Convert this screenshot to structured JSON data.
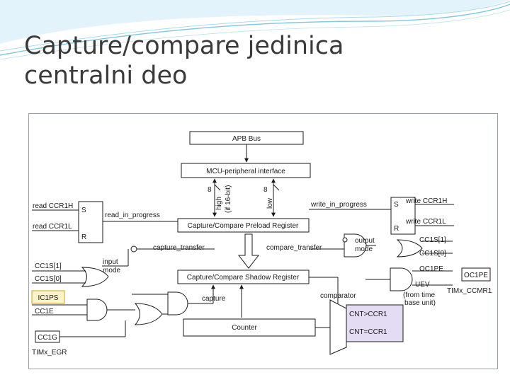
{
  "slide": {
    "title_line1": "Capture/compare jedinica",
    "title_line2": "centralni deo"
  },
  "diagram": {
    "blocks": {
      "apb_bus": "APB Bus",
      "mcu_interface": "MCU-peripheral interface",
      "preload_register": "Capture/Compare Preload Register",
      "shadow_register": "Capture/Compare Shadow Register",
      "counter": "Counter",
      "cnt_gt": "CNT>CCR1",
      "cnt_eq": "CNT=CCR1",
      "oc1pe_box": "OC1PE",
      "cc1g_box": "CC1G",
      "ic1ps_box": "IC1PS",
      "sr_left_s": "S",
      "sr_left_r": "R",
      "sr_right_s": "S",
      "sr_right_r": "R"
    },
    "labels": {
      "bits_8_left": "8",
      "high": "high",
      "if_16bit": "(if 16-bit)",
      "bits_8_right": "8",
      "low": "low",
      "read_ccr1h": "read CCR1H",
      "read_ccr1l": "read CCR1L",
      "read_in_progress": "read_in_progress",
      "write_in_progress": "write_in_progress",
      "write_ccr1h": "write CCR1H",
      "write_ccr1l": "write CCR1L",
      "capture_transfer": "capture_transfer",
      "compare_transfer": "compare_transfer",
      "output_mode": "output",
      "output_mode2": "mode",
      "cc1s1_right": "CC1S[1]",
      "cc1s0_right": "CC1S[0]",
      "oc1pe_right": "OC1PE",
      "uev": "UEV",
      "from_time": "(from time",
      "base_unit": "base unit)",
      "timx_ccmr1": "TIMx_CCMR1",
      "cc1s1_left": "CC1S[1]",
      "cc1s0_left": "CC1S[0]",
      "input_mode": "input",
      "input_mode2": "mode",
      "cc1e": "CC1E",
      "capture": "capture",
      "comparator": "comparator",
      "timx_egr": "TIMx_EGR"
    }
  }
}
